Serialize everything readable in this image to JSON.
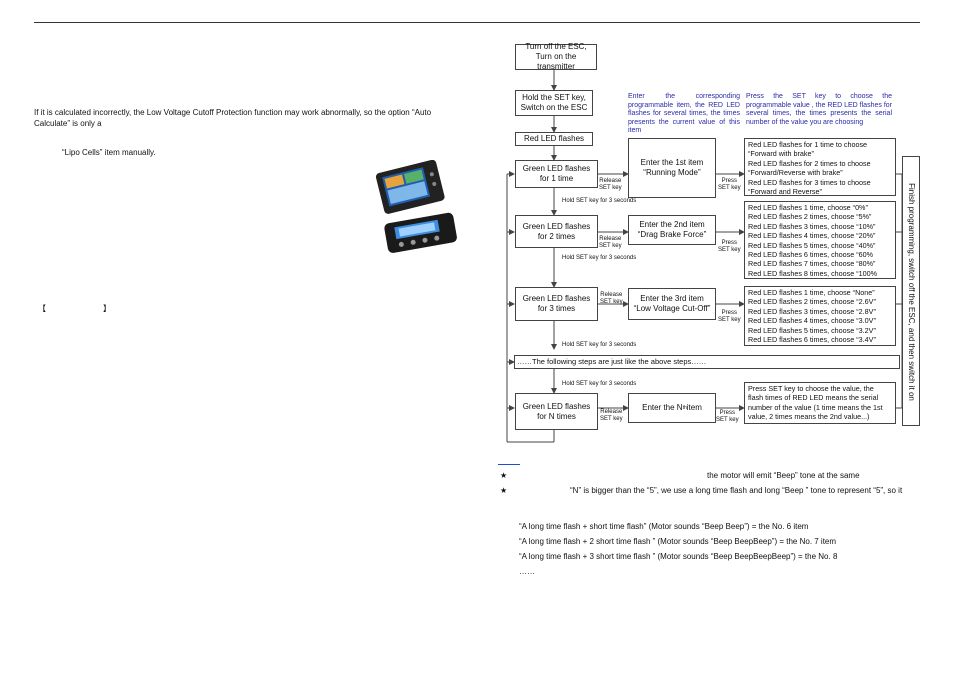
{
  "left": {
    "paragraph1": "If it is calculated incorrectly, the Low Voltage Cutoff Protection function may work abnormally, so the option “Auto Calculate” is only a",
    "paragraph2": "“Lipo Cells” item manually.",
    "bracket_open": "【",
    "bracket_close": "】"
  },
  "flowchart": {
    "start": "Turn off the ESC,\nTurn on the transmitter",
    "hold_set": "Hold the SET key,\nSwitch on the ESC",
    "red_led": "Red LED flashes",
    "note_left": "Enter the corresponding programmable item, the RED LED flashes for several times, the times presents the current value of this item",
    "note_right": "Press the SET key to choose the programmable value , the RED LED flashes for several times, the times presents the serial number of the value you are choosing",
    "green1": "Green LED flashes\nfor 1 time",
    "green2": "Green LED flashes\nfor 2 times",
    "green3": "Green LED flashes\nfor 3 times",
    "greenN": "Green LED flashes\nfor N times",
    "item1": "Enter the 1st item\n“Running Mode”",
    "item2": "Enter the 2nd item\n“Drag Brake Force”",
    "item3": "Enter the 3rd item\n“Low Voltage Cut-Off”",
    "itemN": "Enter the N",
    "itemN_sup": "th",
    "itemN_tail": " item",
    "release_set": "Release\nSET key",
    "press_set": "Press\nSET key",
    "hold3": "Hold SET key for 3 seconds",
    "following": "……The following steps are just like the above steps……",
    "finish": "Finish programming, switch off the ESC, and then switch it on",
    "values1": [
      "Red LED flashes for 1 time to choose",
      "“Forward with brake”",
      "Red LED flashes for 2 times to  choose",
      "“Forward/Reverse with brake”",
      "Red LED flashes for 3 times to  choose",
      "“Forward and Reverse”"
    ],
    "values2": [
      "Red LED flashes 1 time, choose “0%”",
      "Red LED flashes 2 times, choose “5%”",
      "Red LED flashes 3 times, choose “10%”",
      "Red LED flashes 4 times, choose “20%”",
      "Red LED flashes 5 times, choose “40%”",
      "Red LED flashes 6 times, choose “60%",
      "Red LED flashes 7 times, choose “80%”",
      "Red LED flashes 8 times, choose “100%"
    ],
    "values3": [
      "Red LED flashes 1 time, choose “None”",
      "Red LED flashes 2 times, choose “2.6V”",
      "Red LED flashes 3 times, choose “2.8V”",
      "Red LED flashes 4 times, choose “3.0V”",
      "Red LED flashes 5 times, choose “3.2V”",
      "Red LED flashes 6 times, choose “3.4V”"
    ],
    "valuesN": [
      "Press SET key to choose the value, the",
      "flash times of RED LED means the serial",
      "number of the value (1 time means the 1st",
      "value, 2 times means the 2nd value...)"
    ]
  },
  "notes": {
    "star": "★",
    "beep_same": "the motor will emit “Beep” tone at the same",
    "n_bigger": "“N” is bigger than the “5”, we use a long time flash and long “Beep   ” tone to represent “5”, so it",
    "ex6": "“A long time flash +    short time flash” (Motor sounds “Beep    Beep”)    =    the No. 6 item",
    "ex7": "“A long time flash + 2 short time flash    ” (Motor sounds “Beep    BeepBeep”)    =    the No. 7 item",
    "ex8": "“A long time flash + 3 short time flash    ” (Motor sounds “Beep    BeepBeepBeep”)    =    the No. 8",
    "ellipsis": "……"
  },
  "colors": {
    "accent_blue": "#2a2aa8",
    "link_blue": "#1f4fcf",
    "line": "#444444"
  }
}
